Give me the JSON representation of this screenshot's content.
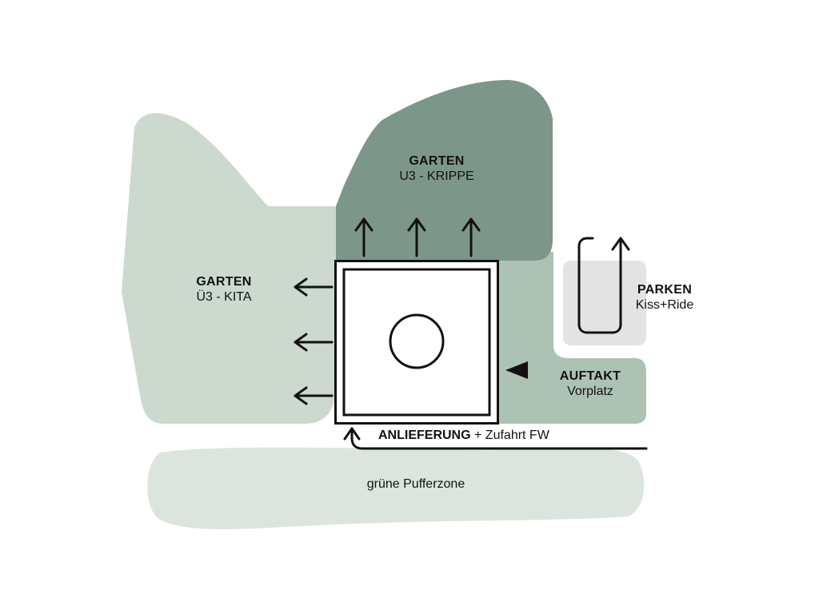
{
  "colors": {
    "garden_kita": "#cbd9cf",
    "garden_krippe": "#7d968a",
    "forecourt": "#acc2b4",
    "buffer_zone": "#dbe5de",
    "parking": "#e3e3e3",
    "stroke": "#111111"
  },
  "labels": {
    "garten_kita": {
      "title": "GARTEN",
      "sub": "Ü3 - KITA"
    },
    "garten_krippe": {
      "title": "GARTEN",
      "sub": "U3 - KRIPPE"
    },
    "parken": {
      "title": "PARKEN",
      "sub": "Kiss+Ride"
    },
    "auftakt": {
      "title": "AUFTAKT",
      "sub": "Vorplatz"
    },
    "anlieferung": {
      "bold": "ANLIEFERUNG",
      "rest": " + Zufahrt FW"
    },
    "pufferzone": "grüne Pufferzone"
  },
  "icons": [
    "building-icon",
    "entrance-triangle-icon",
    "arrow-up-icon",
    "arrow-left-icon",
    "kiss-ride-loop-icon",
    "delivery-route-icon"
  ]
}
